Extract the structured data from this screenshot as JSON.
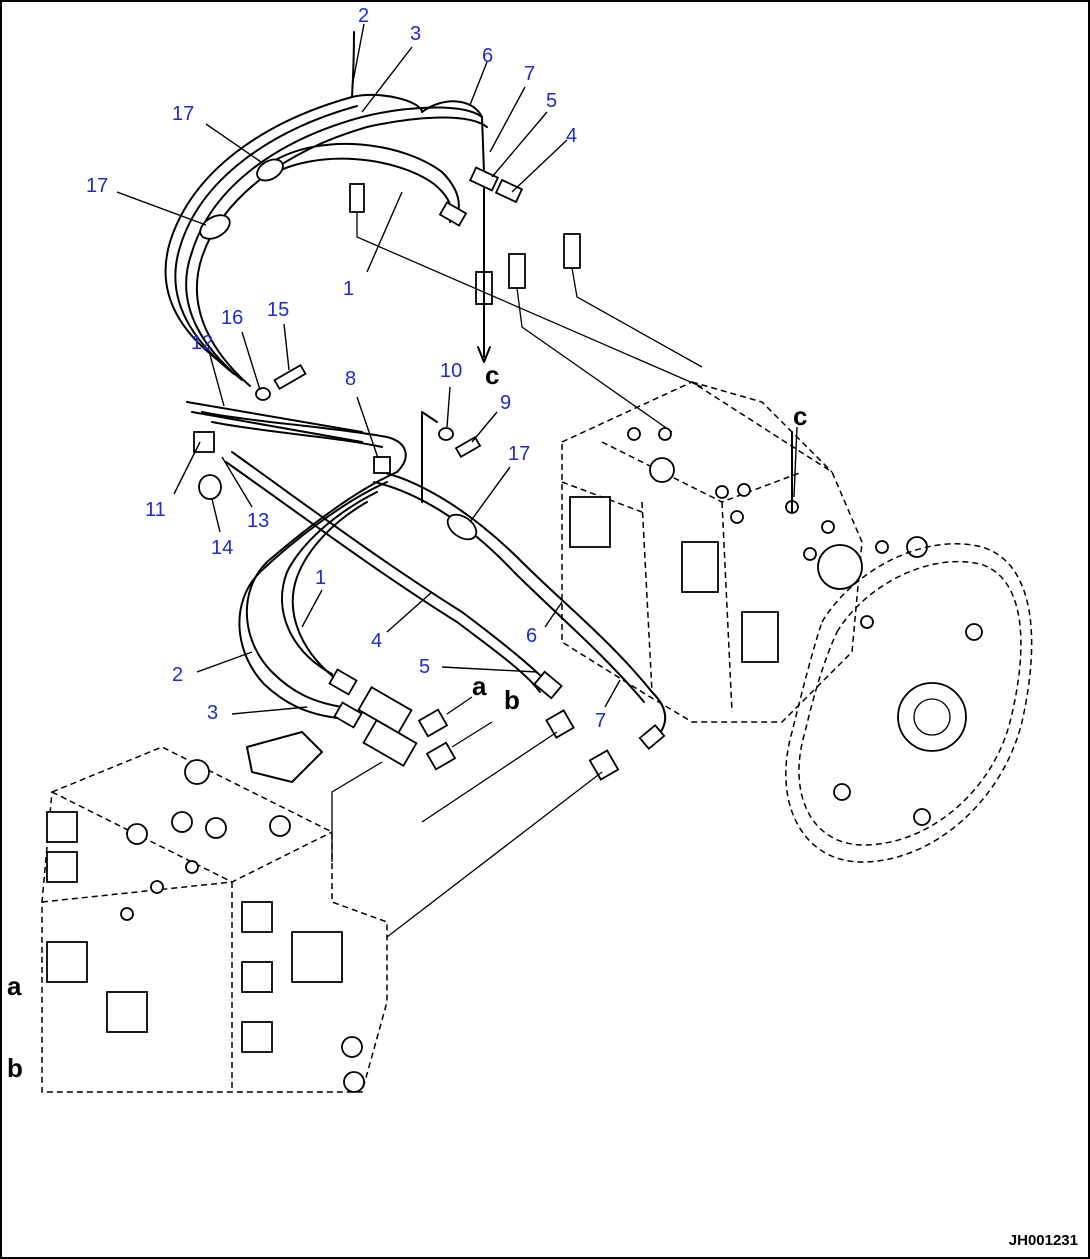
{
  "diagram": {
    "callouts": [
      {
        "id": "c-2a",
        "text": "2"
      },
      {
        "id": "c-3a",
        "text": "3"
      },
      {
        "id": "c-6a",
        "text": "6"
      },
      {
        "id": "c-7a",
        "text": "7"
      },
      {
        "id": "c-5a",
        "text": "5"
      },
      {
        "id": "c-4a",
        "text": "4"
      },
      {
        "id": "c-17a",
        "text": "17"
      },
      {
        "id": "c-17b",
        "text": "17"
      },
      {
        "id": "c-1a",
        "text": "1"
      },
      {
        "id": "c-16",
        "text": "16"
      },
      {
        "id": "c-15",
        "text": "15"
      },
      {
        "id": "c-12",
        "text": "12"
      },
      {
        "id": "c-8",
        "text": "8"
      },
      {
        "id": "c-10",
        "text": "10"
      },
      {
        "id": "c-9",
        "text": "9"
      },
      {
        "id": "c-17c",
        "text": "17"
      },
      {
        "id": "c-11",
        "text": "11"
      },
      {
        "id": "c-13",
        "text": "13"
      },
      {
        "id": "c-14",
        "text": "14"
      },
      {
        "id": "c-1b",
        "text": "1"
      },
      {
        "id": "c-4b",
        "text": "4"
      },
      {
        "id": "c-6b",
        "text": "6"
      },
      {
        "id": "c-2b",
        "text": "2"
      },
      {
        "id": "c-5b",
        "text": "5"
      },
      {
        "id": "c-7b",
        "text": "7"
      },
      {
        "id": "c-3b",
        "text": "3"
      }
    ],
    "letters": [
      {
        "id": "l-c1",
        "text": "c"
      },
      {
        "id": "l-c2",
        "text": "c"
      },
      {
        "id": "l-a1",
        "text": "a"
      },
      {
        "id": "l-b1",
        "text": "b"
      },
      {
        "id": "l-a2",
        "text": "a"
      },
      {
        "id": "l-b2",
        "text": "b"
      }
    ],
    "drawing_id": "JH001231",
    "callout_color": "#1d2bd6"
  }
}
